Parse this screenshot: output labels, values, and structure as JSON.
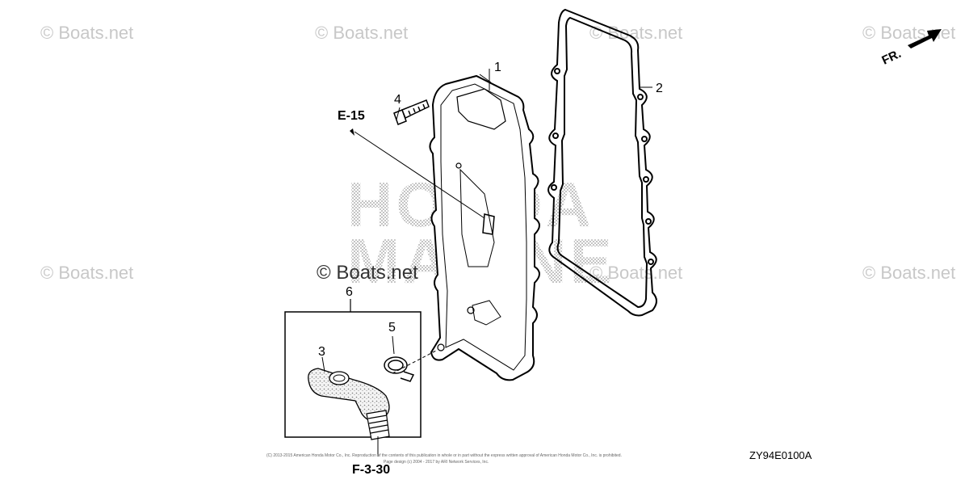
{
  "watermark": {
    "text": "© Boats.net",
    "center_text": "© Boats.net"
  },
  "background_brand": {
    "line1": "HONDA",
    "line2": "MARINE"
  },
  "callouts": {
    "part1": "1",
    "part2": "2",
    "part3": "3",
    "part4": "4",
    "part5": "5",
    "part6": "6"
  },
  "references": {
    "upper": "E-15",
    "lower": "F-3-30"
  },
  "orientation": {
    "label": "FR."
  },
  "diagram_code": "ZY94E0100A",
  "copyright": {
    "line1": "(C) 2013-2015 American Honda Motor Co., Inc. Reproduction of the contents of this publication in whole or in part without the express written approval of American Honda Motor Co., Inc. is prohibited.",
    "line2": "Page design (c) 2004 - 2017 by ARI Network Services, Inc."
  }
}
